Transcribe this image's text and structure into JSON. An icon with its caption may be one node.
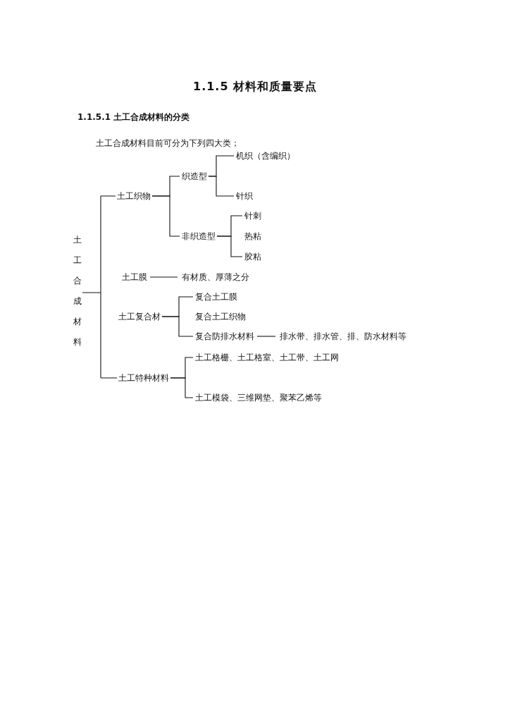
{
  "diagram": {
    "title": "1.1.5 材料和质量要点",
    "nodes": [
      {
        "text": [
          "土工合成材料"
        ]
      },
      {
        "text": [
          "土工织物"
        ]
      },
      {
        "text": [
          "织造型"
        ]
      },
      {
        "text": [
          "机织（含编织）"
        ]
      },
      {
        "text": [
          "针织"
        ]
      },
      {
        "text": [
          "非织造型"
        ]
      },
      {
        "text": [
          "针刺"
        ]
      },
      {
        "text": [
          "热粘"
        ]
      },
      {
        "text": [
          "胶粘"
        ]
      },
      {
        "text": [
          "土工膜"
        ]
      },
      {
        "text": [
          "有材质、厚薄之分"
        ]
      },
      {
        "text": [
          "土工复合材"
        ]
      },
      {
        "text": [
          "复合土工膜"
        ]
      },
      {
        "text": [
          "复合土工织物"
        ]
      },
      {
        "text": [
          "复合防排水材料"
        ]
      },
      {
        "text": [
          "排水带、排水管、排、防水材料等"
        ]
      },
      {
        "text": [
          "土工特种材料"
        ]
      },
      {
        "text": [
          "土工格栅、土工格室、土工带、土工网"
        ]
      },
      {
        "text": [
          "土工模袋、三维网垫、聚苯乙烯等"
        ]
      }
    ],
    "edges": [
      {
        "from": 0,
        "to": 1,
        "arrow": "none"
      },
      {
        "from": 0,
        "to": 16,
        "arrow": "none"
      },
      {
        "from": 1,
        "to": 2,
        "arrow": "none"
      },
      {
        "from": 1,
        "to": 5,
        "arrow": "none"
      },
      {
        "from": 2,
        "to": 3,
        "arrow": "none"
      },
      {
        "from": 2,
        "to": 4,
        "arrow": "none"
      },
      {
        "from": 5,
        "to": 6,
        "arrow": "none"
      },
      {
        "from": 5,
        "to": 8,
        "arrow": "none"
      },
      {
        "from": 9,
        "to": 10,
        "arrow": "none"
      },
      {
        "from": 11,
        "to": 12,
        "arrow": "none"
      },
      {
        "from": 11,
        "to": 14,
        "arrow": "none"
      },
      {
        "from": 14,
        "to": 15,
        "arrow": "none"
      },
      {
        "from": 16,
        "to": 17,
        "arrow": "none"
      },
      {
        "from": 16,
        "to": 18,
        "arrow": "none"
      }
    ],
    "labels": [
      "1.1.5.1 土工合成材料的分类",
      "土工合成材料目前可分为下列四大类；"
    ]
  }
}
